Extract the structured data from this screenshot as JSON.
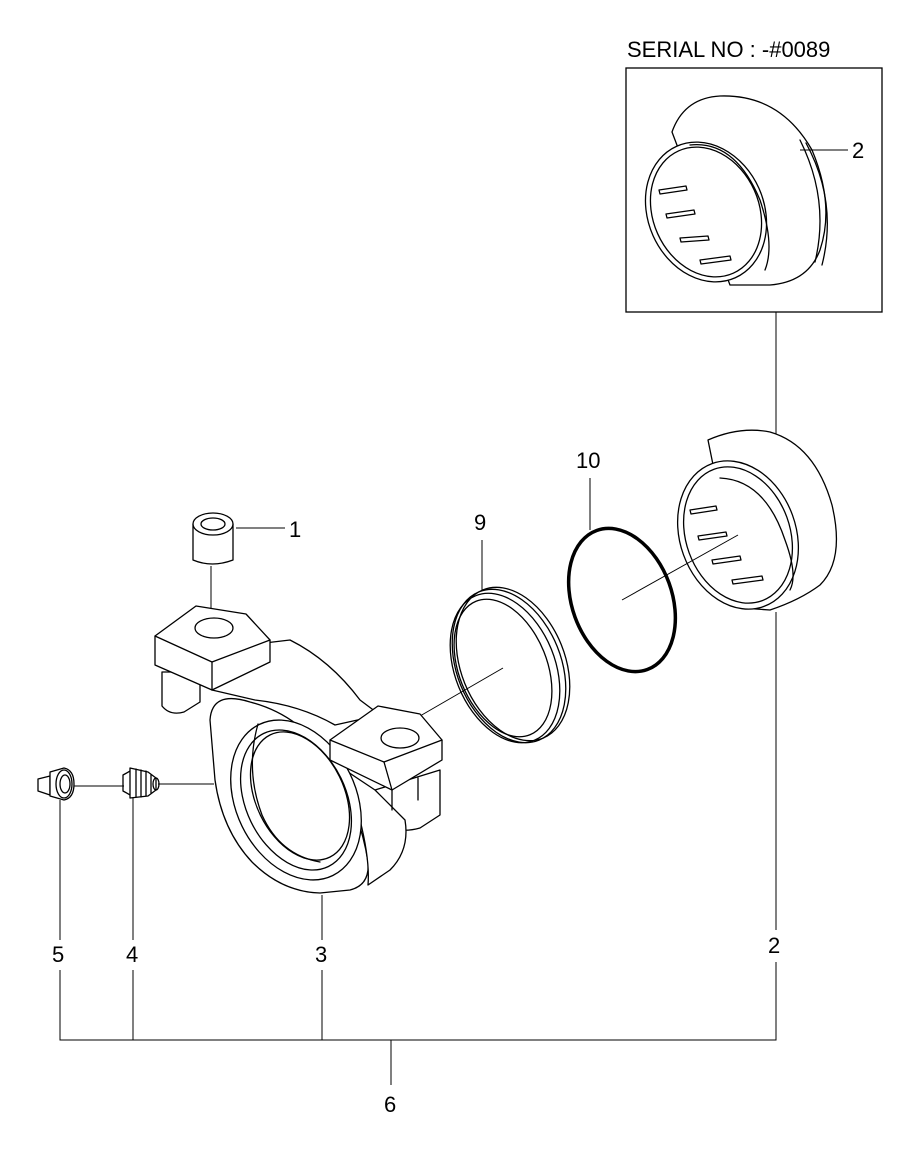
{
  "header": {
    "serial": "SERIAL NO : -#0089"
  },
  "callouts": {
    "inset_part": "2",
    "part_1": "1",
    "part_2": "2",
    "part_3": "3",
    "part_4": "4",
    "part_5": "5",
    "part_6": "6",
    "part_9": "9",
    "part_10": "10"
  }
}
